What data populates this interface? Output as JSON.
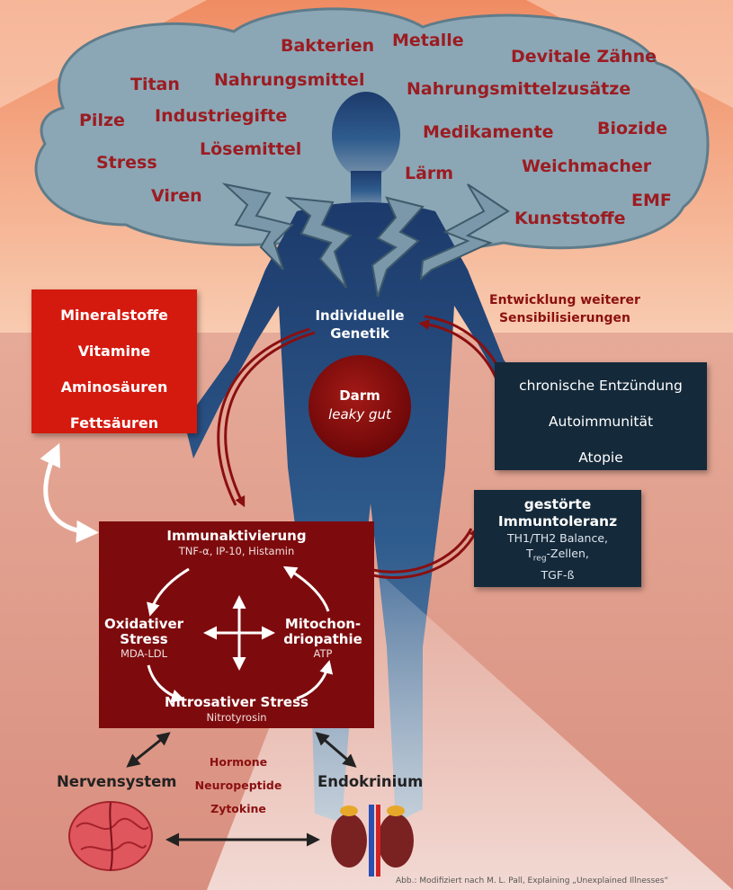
{
  "colors": {
    "background_top": "#f7c7a9",
    "background_bottom": "#e0a08e",
    "cloud": "#8aa6b4",
    "cloud_text": "#9c1c22",
    "body_silhouette": "#1f3d6b",
    "red_box": "#d4190e",
    "dark_red_box": "#7c0b0d",
    "navy_box": "#14293a",
    "darm_circle": "#8a0f10"
  },
  "cloud_words": [
    "Bakterien",
    "Metalle",
    "Devitale Zähne",
    "Titan",
    "Nahrungsmittel",
    "Nahrungsmittelzusätze",
    "Pilze",
    "Industriegifte",
    "Medikamente",
    "Biozide",
    "Stress",
    "Lösemittel",
    "Lärm",
    "Weichmacher",
    "Viren",
    "EMF",
    "Kunststoffe"
  ],
  "center": {
    "genetik_line1": "Individuelle",
    "genetik_line2": "Genetik",
    "darm_title": "Darm",
    "darm_sub": "leaky gut"
  },
  "sensibilisierung": {
    "line1": "Entwicklung weiterer",
    "line2": "Sensibilisierungen"
  },
  "nutrients": [
    "Mineralstoffe",
    "Vitamine",
    "Aminosäuren",
    "Fettsäuren"
  ],
  "immune_outcomes": [
    "chronische Entzündung",
    "Autoimmunität",
    "Atopie"
  ],
  "tolerance": {
    "title1": "gestörte",
    "title2": "Immuntoleranz",
    "sub1": "TH1/TH2 Balance,",
    "sub2_pre": "T",
    "sub2_sub": "reg",
    "sub2_post": "-Zellen,",
    "sub3": "TGF-ß"
  },
  "cycle": {
    "top_title": "Immunaktivierung",
    "top_sub": "TNF-α, IP-10, Histamin",
    "left_title1": "Oxidativer",
    "left_title2": "Stress",
    "left_sub": "MDA-LDL",
    "right_title1": "Mitochon-",
    "right_title2": "driopathie",
    "right_sub": "ATP",
    "bottom_title": "Nitrosativer Stress",
    "bottom_sub": "Nitrotyrosin"
  },
  "bottom": {
    "nervensystem": "Nervensystem",
    "endokrinium": "Endokrinium",
    "mediators": [
      "Hormone",
      "Neuropeptide",
      "Zytokine"
    ]
  },
  "credit": "Abb.: Modifiziert nach M. L. Pall, Explaining „Unexplained Illnesses“"
}
